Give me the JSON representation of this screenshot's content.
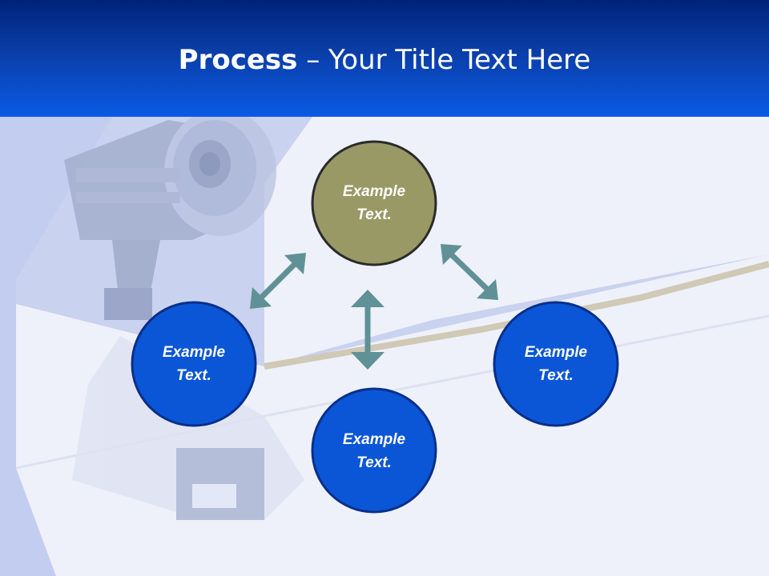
{
  "slide": {
    "title_bold": "Process",
    "title_dash": " – ",
    "title_rest": "Your Title Text Here"
  },
  "nodes": [
    {
      "id": "top",
      "line1": "Example",
      "line2": "Text.",
      "color": "#999966"
    },
    {
      "id": "left",
      "line1": "Example",
      "line2": "Text.",
      "color": "#0a56d6"
    },
    {
      "id": "bottom",
      "line1": "Example",
      "line2": "Text.",
      "color": "#0a56d6"
    },
    {
      "id": "right",
      "line1": "Example",
      "line2": "Text.",
      "color": "#0a56d6"
    }
  ],
  "colors": {
    "arrow": "#5f9196",
    "header_top": "#00237a",
    "header_bottom": "#0a5ae6",
    "circle_stroke": "#2b2b2b"
  },
  "background_image": {
    "subject": "security-camera-on-wall"
  }
}
